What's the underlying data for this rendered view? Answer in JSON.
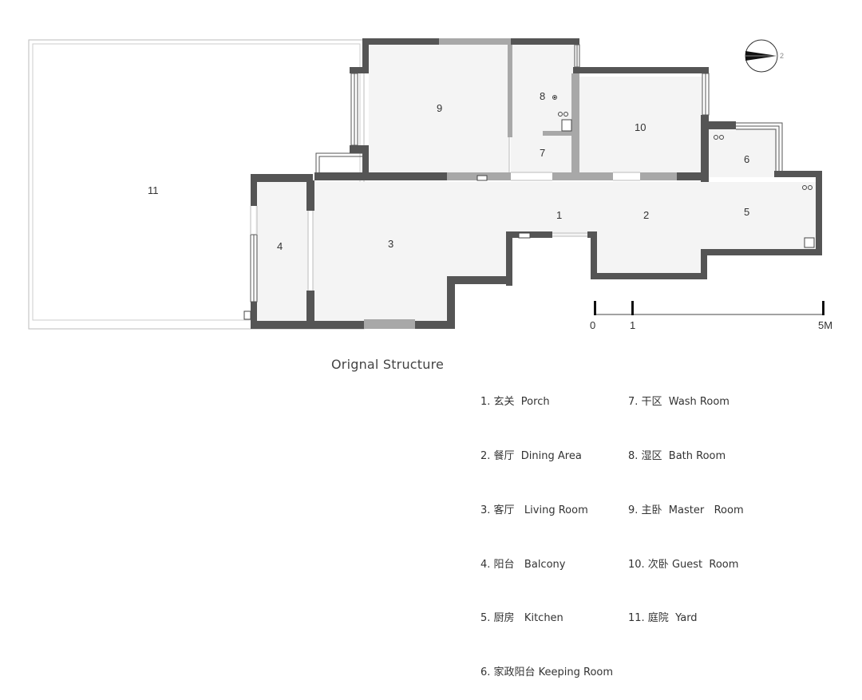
{
  "diagram": {
    "title": "Orignal Structure",
    "compass_mark": "2",
    "rooms": [
      {
        "id": "1",
        "label": "1"
      },
      {
        "id": "2",
        "label": "2"
      },
      {
        "id": "3",
        "label": "3"
      },
      {
        "id": "4",
        "label": "4"
      },
      {
        "id": "5",
        "label": "5"
      },
      {
        "id": "6",
        "label": "6"
      },
      {
        "id": "7",
        "label": "7"
      },
      {
        "id": "8",
        "label": "8"
      },
      {
        "id": "9",
        "label": "9"
      },
      {
        "id": "10",
        "label": "10"
      },
      {
        "id": "11",
        "label": "11"
      }
    ],
    "scale_bar": {
      "start": "0",
      "mid": "1",
      "end": "5M"
    },
    "legend": [
      "1. 玄关  Porch",
      "2. 餐厅  Dining Area",
      "3. 客厅   Living Room",
      "4. 阳台   Balcony",
      "5. 厨房   Kitchen",
      "6. 家政阳台 Keeping Room",
      "7. 干区  Wash Room",
      "8. 湿区  Bath Room",
      "9. 主卧  Master   Room",
      "10. 次卧 Guest  Room",
      "11. 庭院  Yard"
    ],
    "colors": {
      "wall": "#555555",
      "floor": "#f4f4f4",
      "partition": "#a8a8a8",
      "line": "#444444"
    }
  }
}
